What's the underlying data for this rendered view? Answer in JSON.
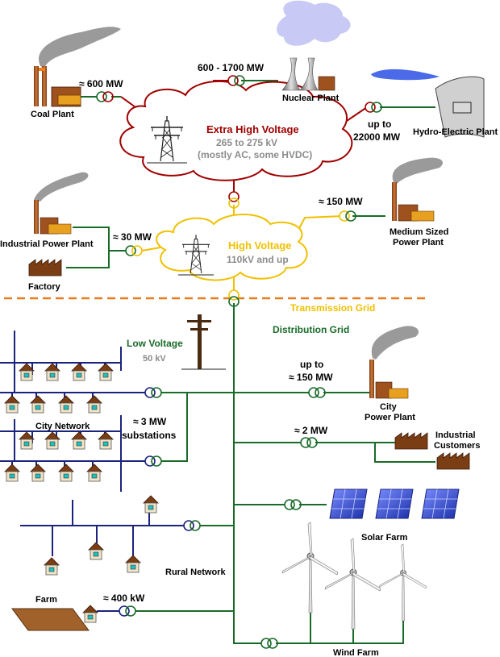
{
  "labels": {
    "coal_plant": "Coal Plant",
    "coal_mw": "≈ 600  MW",
    "nuclear_mw": "600 - 1700  MW",
    "nuclear_plant": "Nuclear Plant",
    "hydro_mw_line1": "up to",
    "hydro_mw_line2": "22000  MW",
    "hydro_plant": "Hydro-Electric Plant",
    "ehv_title": "Extra High Voltage",
    "ehv_range": "265 to 275 kV",
    "ehv_note": "(mostly AC, some HVDC)",
    "hv_title": "High Voltage",
    "hv_range": "110kV and up",
    "industrial_plant": "Industrial Power Plant",
    "industrial_mw": "≈ 30 MW",
    "factory": "Factory",
    "medium_mw": "≈ 150  MW",
    "medium_plant_line1": "Medium Sized",
    "medium_plant_line2": "Power Plant",
    "transmission_grid": "Transmission Grid",
    "distribution_grid": "Distribution Grid",
    "low_voltage": "Low Voltage",
    "low_voltage_kv": "50 kV",
    "city_network": "City Network",
    "substations_line1": "≈ 3  MW",
    "substations_line2": "substations",
    "city_mw_line1": "up to",
    "city_mw_line2": "≈ 150  MW",
    "city_plant_line1": "City",
    "city_plant_line2": "Power Plant",
    "industrial_customers_mw": "≈ 2  MW",
    "industrial_customers_line1": "Industrial",
    "industrial_customers_line2": "Customers",
    "solar_farm": "Solar Farm",
    "rural_network": "Rural Network",
    "farm": "Farm",
    "farm_kw": "≈ 400 kW",
    "wind_farm": "Wind Farm"
  },
  "colors": {
    "ehv": "#a00000",
    "hv": "#f0c000",
    "distribution": "#1a6b2a",
    "low_voltage_net": "#1a237e",
    "grid_divider": "#e87b1e",
    "kv_gray": "#8c8c8c"
  }
}
